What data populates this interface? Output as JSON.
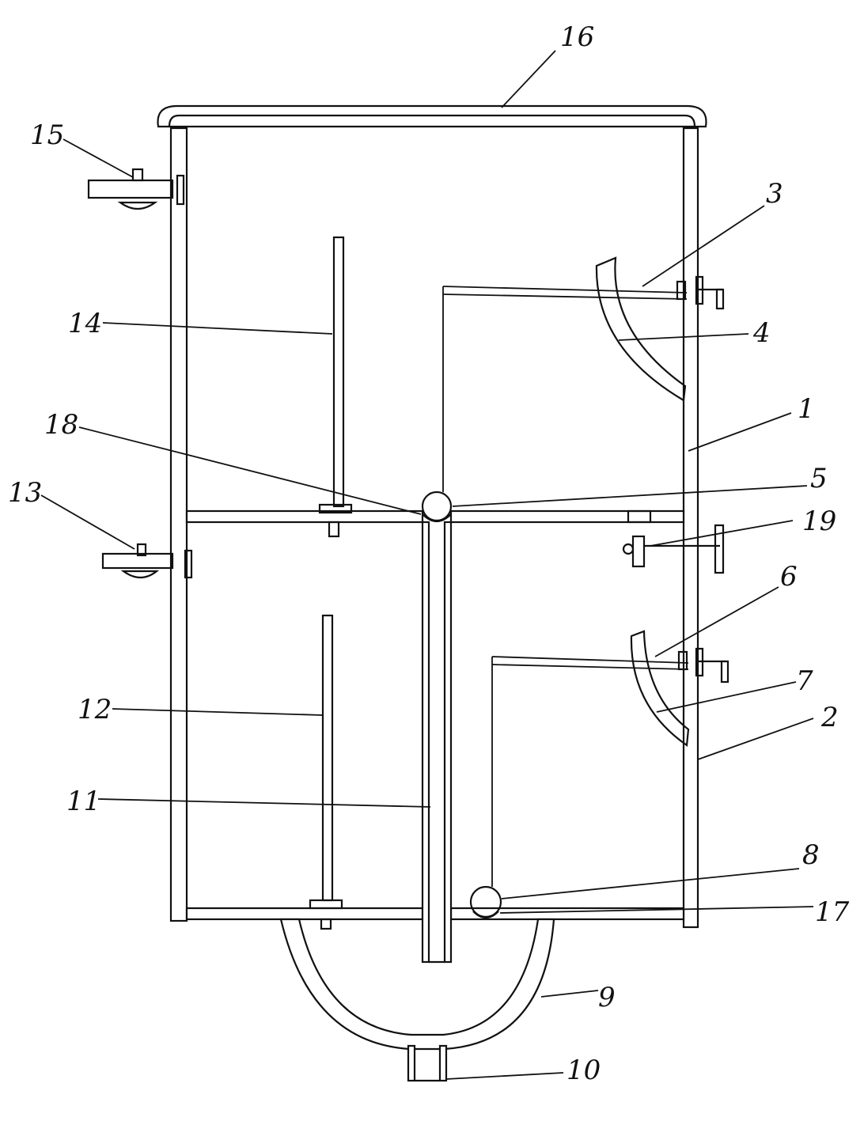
{
  "diagram": {
    "labels": [
      {
        "id": "1",
        "text": "1"
      },
      {
        "id": "2",
        "text": "2"
      },
      {
        "id": "3",
        "text": "3"
      },
      {
        "id": "4",
        "text": "4"
      },
      {
        "id": "5",
        "text": "5"
      },
      {
        "id": "6",
        "text": "6"
      },
      {
        "id": "7",
        "text": "7"
      },
      {
        "id": "8",
        "text": "8"
      },
      {
        "id": "9",
        "text": "9"
      },
      {
        "id": "10",
        "text": "10"
      },
      {
        "id": "11",
        "text": "11"
      },
      {
        "id": "12",
        "text": "12"
      },
      {
        "id": "13",
        "text": "13"
      },
      {
        "id": "14",
        "text": "14"
      },
      {
        "id": "15",
        "text": "15"
      },
      {
        "id": "16",
        "text": "16"
      },
      {
        "id": "17",
        "text": "17"
      },
      {
        "id": "18",
        "text": "18"
      },
      {
        "id": "19",
        "text": "19"
      }
    ],
    "colors": {
      "ink": "#111111",
      "paper": "#ffffff"
    }
  }
}
